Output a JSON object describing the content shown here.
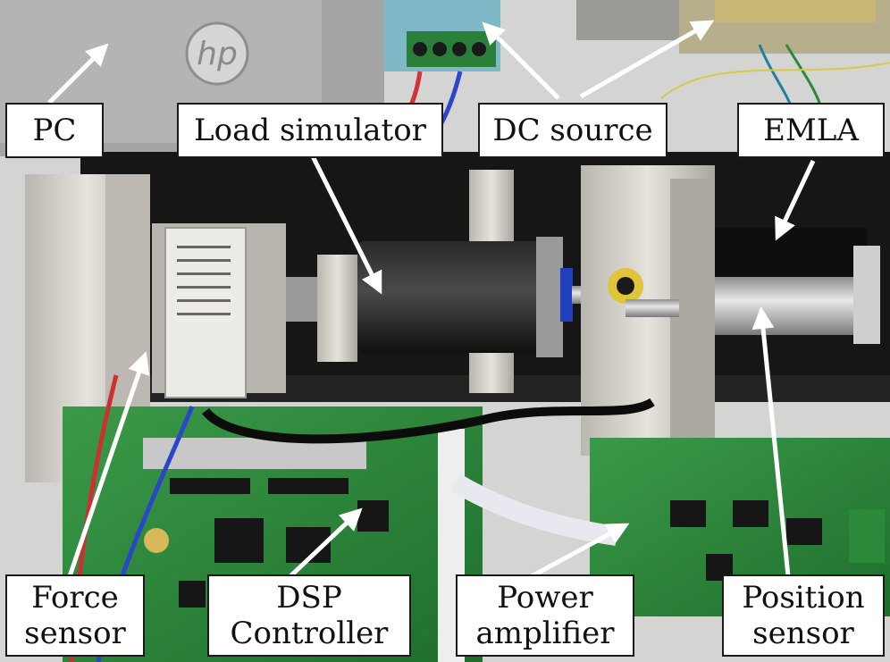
{
  "labels": {
    "pc": "PC",
    "load_simulator": "Load simulator",
    "dc_source": "DC source",
    "emla": "EMLA",
    "force_sensor": [
      "Force",
      "sensor"
    ],
    "dsp_controller": [
      "DSP",
      "Controller"
    ],
    "power_amplifier": [
      "Power",
      "amplifier"
    ],
    "position_sensor": [
      "Position",
      "sensor"
    ]
  },
  "colors": {
    "label_bg": "#ffffff",
    "label_border": "#1a1a1a",
    "arrow": "#ffffff",
    "pcb_green": "#2e8a3c",
    "rail_black": "#1b1b1b",
    "aluminum": "#c9c6c0"
  }
}
